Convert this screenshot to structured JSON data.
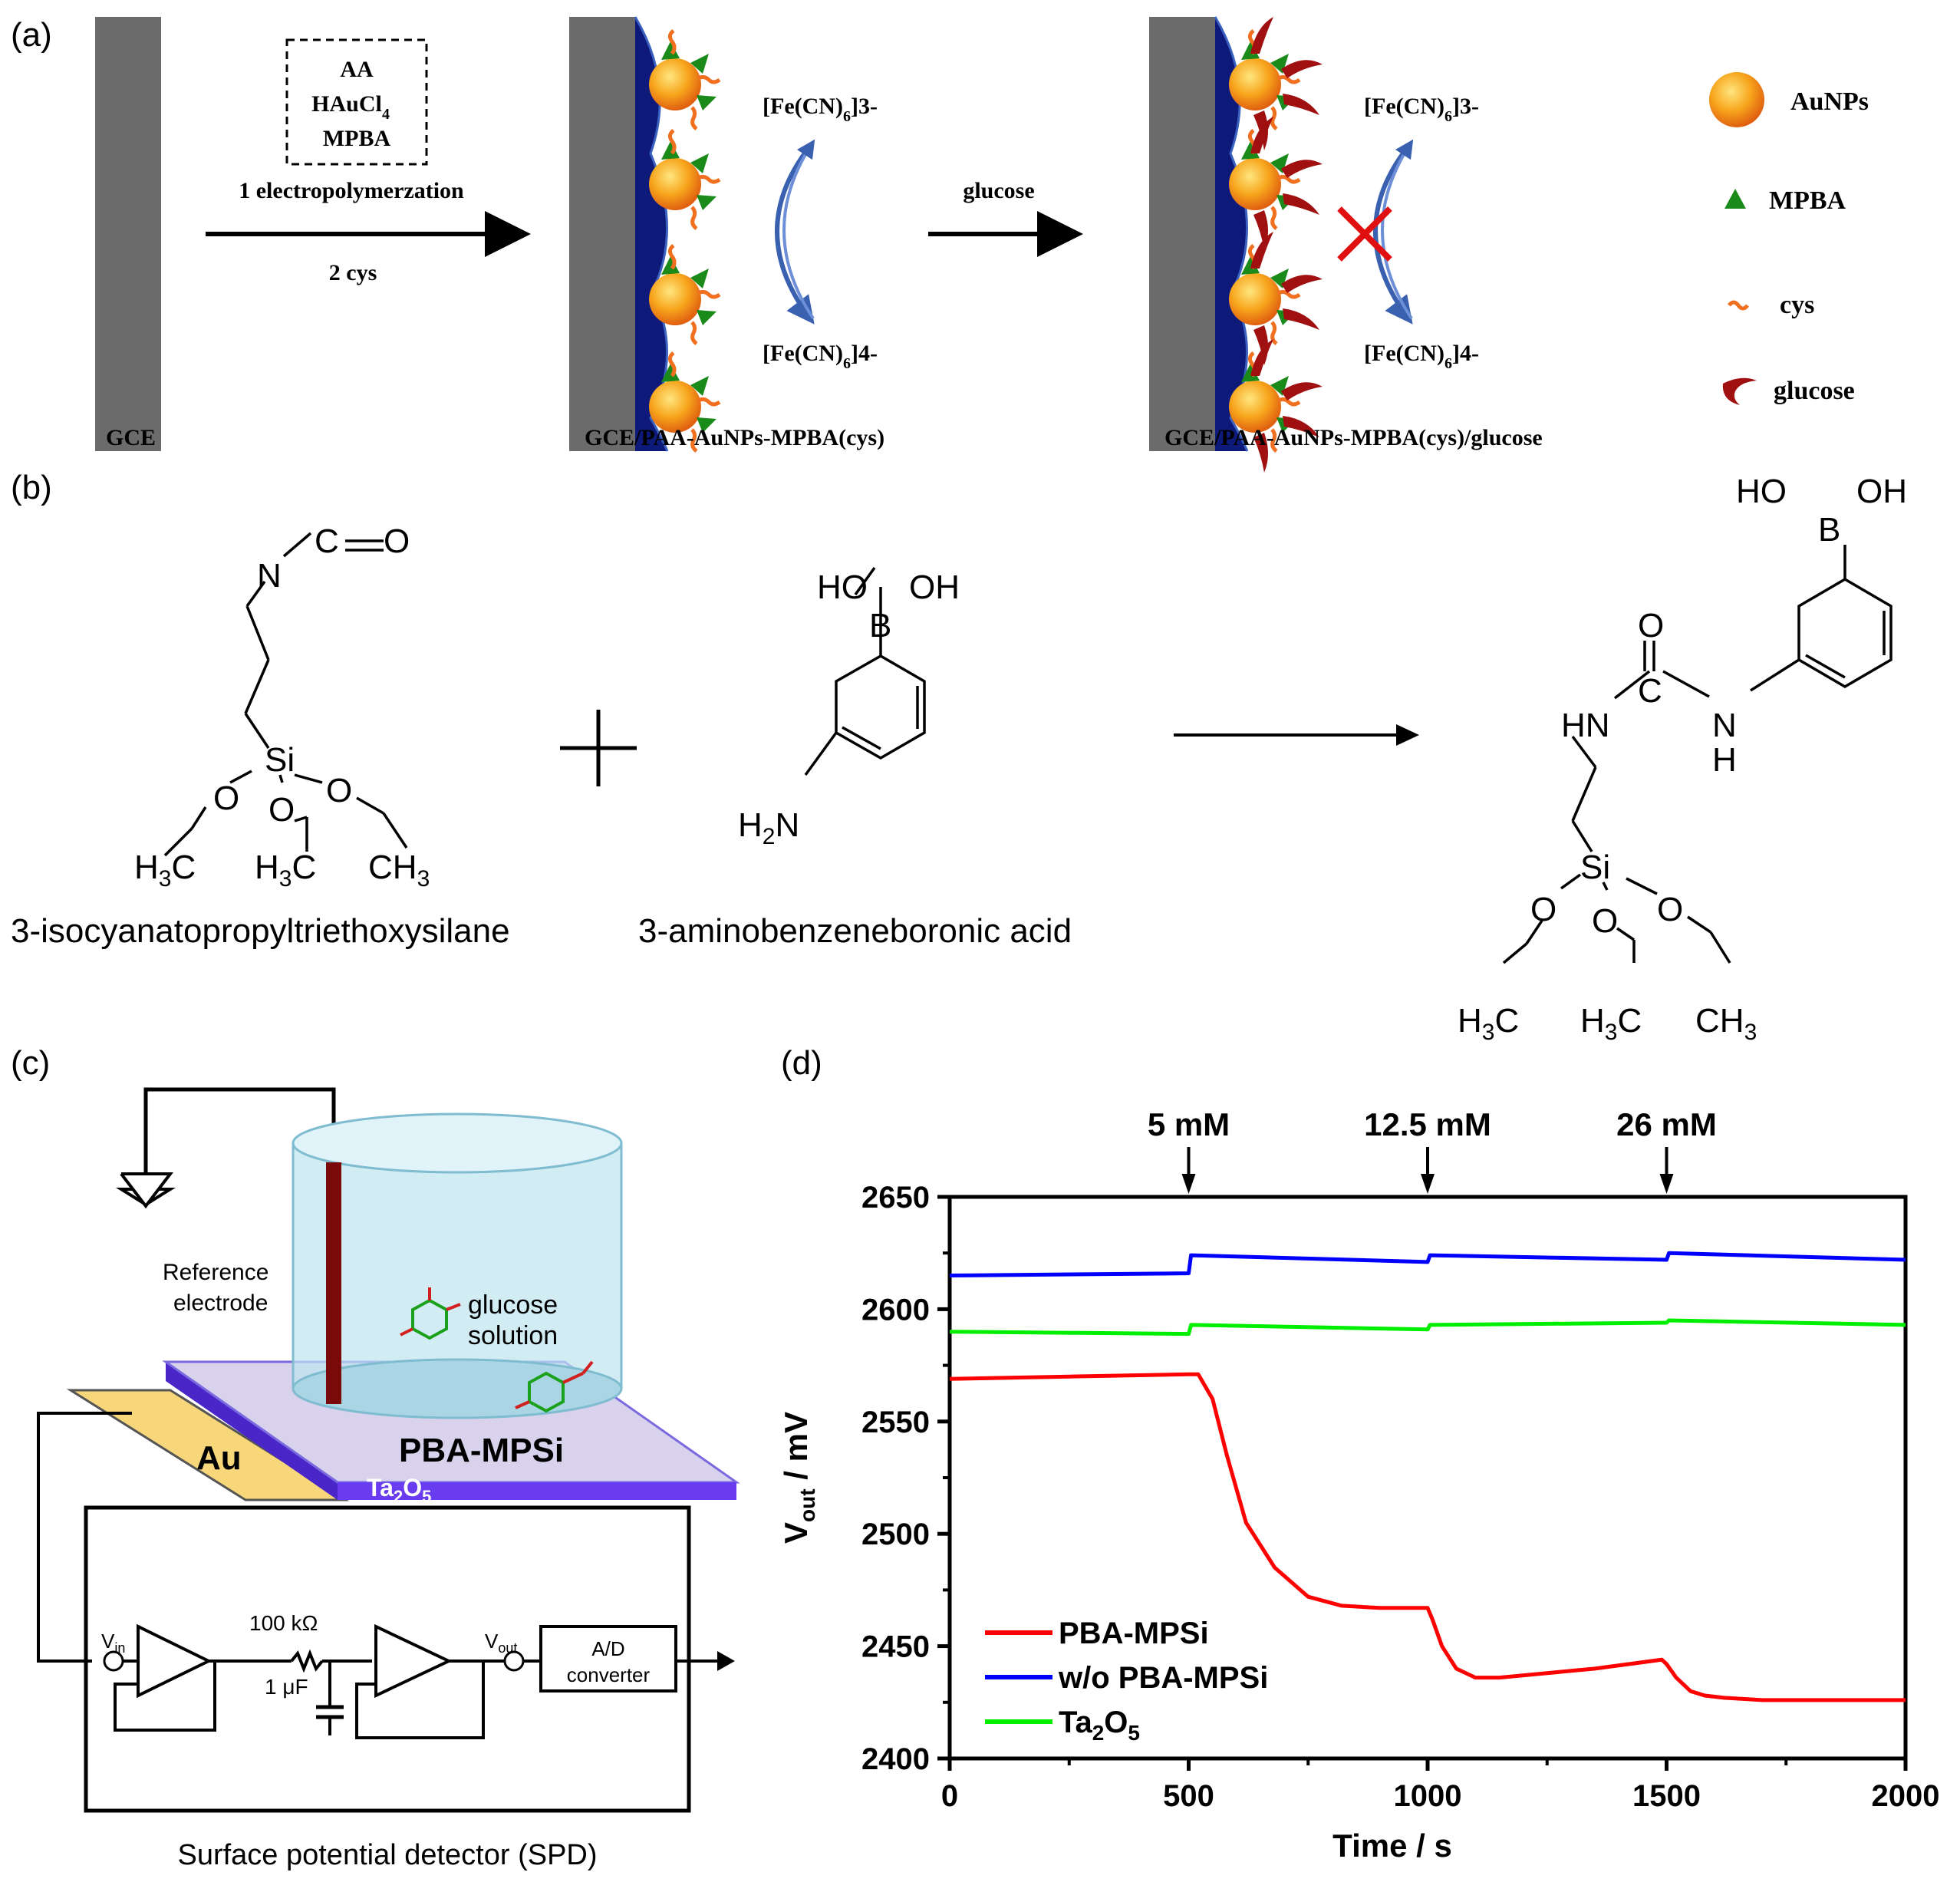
{
  "panel_a": {
    "label": "(a)",
    "box_lines": [
      "AA",
      "HAuCl",
      "4",
      "MPBA"
    ],
    "step1": "1 electropolymerzation",
    "step2": "2 cys",
    "glucose_arrow": "glucose",
    "redox_ox": "[Fe(CN)",
    "redox_ox_sub": "6",
    "redox_ox_sup": "]3-",
    "redox_red_sup": "]4-",
    "electrode1": "GCE",
    "electrode2": "GCE/PAA-AuNPs-MPBA(cys)",
    "electrode3": "GCE/PAA-AuNPs-MPBA(cys)/glucose",
    "legend": [
      "AuNPs",
      "MPBA",
      "cys",
      "glucose"
    ],
    "colors": {
      "electrode": "#6b6b6b",
      "polymer": "#0d1a7a",
      "gold": "#f5a623",
      "mpba": "#1a8a1a",
      "cys": "#f07020",
      "glucose": "#b01818",
      "redox_arrow": "#3a60b0",
      "block": "#e01010"
    }
  },
  "panel_b": {
    "label": "(b)",
    "reactant1": "3-isocyanatopropyltriethoxysilane",
    "reactant2": "3-aminobenzeneboronic acid",
    "atoms": {
      "N": "N",
      "C": "C",
      "O": "O",
      "Si": "Si",
      "B": "B",
      "HO": "HO",
      "OH": "OH",
      "H2N": "H",
      "H2N_sub": "2",
      "H2N_n": "N",
      "H3C": "H",
      "H3C_sub": "3",
      "H3C_c": "C",
      "CH3": "CH",
      "CH3_sub": "3",
      "HN": "HN",
      "NH_N": "N",
      "NH_H": "H"
    }
  },
  "panel_c": {
    "label": "(c)",
    "reference": [
      "Reference",
      "electrode"
    ],
    "solution": [
      "glucose",
      "solution"
    ],
    "film": "PBA-MPSi",
    "au": "Au",
    "oxide": "Ta",
    "oxide_sub1": "2",
    "oxide_o": "O",
    "oxide_sub2": "5",
    "vin": "V",
    "vin_sub": "in",
    "vout": "V",
    "vout_sub": "out",
    "resistor": "100 kΩ",
    "capacitor": "1 μF",
    "adc": [
      "A/D",
      "converter"
    ],
    "spd": "Surface potential detector (SPD)"
  },
  "chart_data": {
    "type": "line",
    "label": "(d)",
    "xlabel": "Time / s",
    "ylabel": "V",
    "ylabel_sub": "out",
    "ylabel_unit": " / mV",
    "xlim": [
      0,
      2000
    ],
    "ylim": [
      2400,
      2650
    ],
    "xticks": [
      0,
      500,
      1000,
      1500,
      2000
    ],
    "yticks": [
      2400,
      2450,
      2500,
      2550,
      2600,
      2650
    ],
    "annotations": [
      {
        "x": 500,
        "text": "5 mM"
      },
      {
        "x": 1000,
        "text": "12.5 mM"
      },
      {
        "x": 1500,
        "text": "26 mM"
      }
    ],
    "legend_position": "bottom-left",
    "series": [
      {
        "name": "PBA-MPSi",
        "color": "#ff0000",
        "x": [
          0,
          250,
          500,
          520,
          550,
          580,
          620,
          680,
          750,
          820,
          900,
          1000,
          1010,
          1030,
          1060,
          1100,
          1150,
          1250,
          1350,
          1490,
          1500,
          1520,
          1550,
          1580,
          1620,
          1700,
          1800,
          1900,
          2000
        ],
        "y": [
          2569,
          2570,
          2571,
          2571,
          2560,
          2535,
          2505,
          2485,
          2472,
          2468,
          2467,
          2467,
          2462,
          2450,
          2440,
          2436,
          2436,
          2438,
          2440,
          2444,
          2442,
          2436,
          2430,
          2428,
          2427,
          2426,
          2426,
          2426,
          2426
        ]
      },
      {
        "name": "w/o PBA-MPSi",
        "color": "#0000ff",
        "x": [
          0,
          500,
          505,
          1000,
          1005,
          1500,
          1505,
          2000
        ],
        "y": [
          2615,
          2616,
          2624,
          2621,
          2624,
          2622,
          2625,
          2622
        ]
      },
      {
        "name": "Ta",
        "name_sub1": "2",
        "name_o": "O",
        "name_sub2": "5",
        "color": "#00ee00",
        "x": [
          0,
          500,
          505,
          1000,
          1005,
          1500,
          1505,
          2000
        ],
        "y": [
          2590,
          2589,
          2593,
          2591,
          2593,
          2594,
          2595,
          2593
        ]
      }
    ]
  }
}
